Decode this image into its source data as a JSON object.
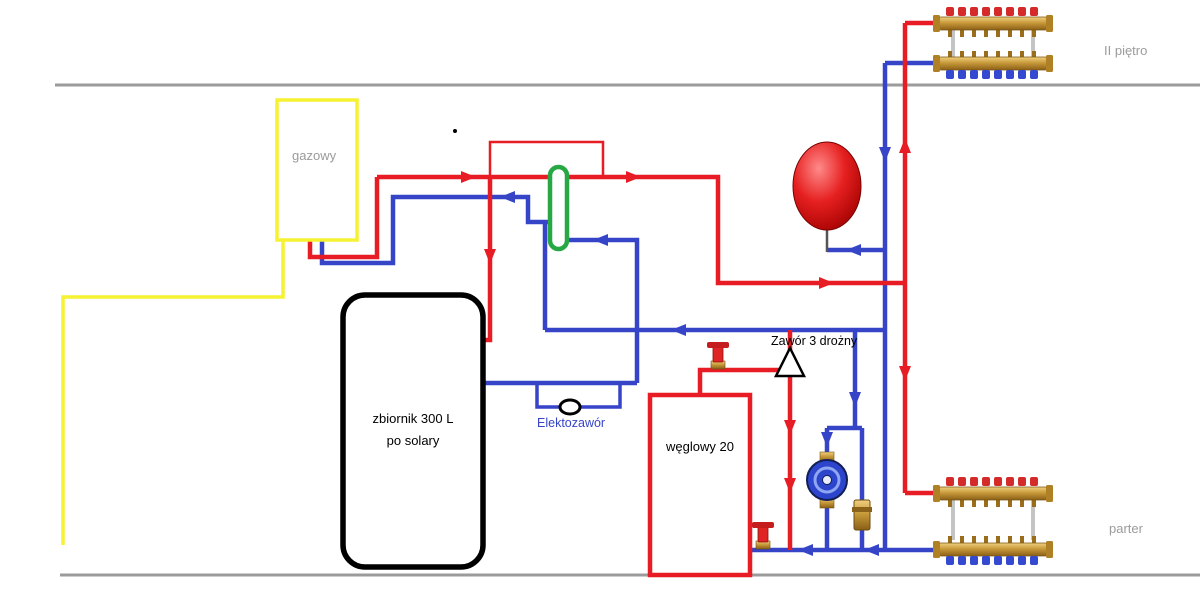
{
  "diagram": {
    "floors": {
      "upper": "II piętro",
      "ground": "parter"
    },
    "equipment": {
      "gas_boiler": "gazowy",
      "tank_line1": "zbiornik 300 L",
      "tank_line2": "po solary",
      "coal_boiler": "węglowy 20"
    },
    "valves": {
      "three_way": "Zawór 3 drożny",
      "electro": "Elektozawór"
    },
    "colors": {
      "supply": "#e81c24",
      "return": "#3644c8",
      "gas": "#f6f232",
      "separator": "#27a844",
      "floorline": "#9b9b9b",
      "textgray": "#9b9b9b",
      "brass": "#c9a03c",
      "vessel": "#d21020",
      "pump": "#2c45cc"
    }
  }
}
